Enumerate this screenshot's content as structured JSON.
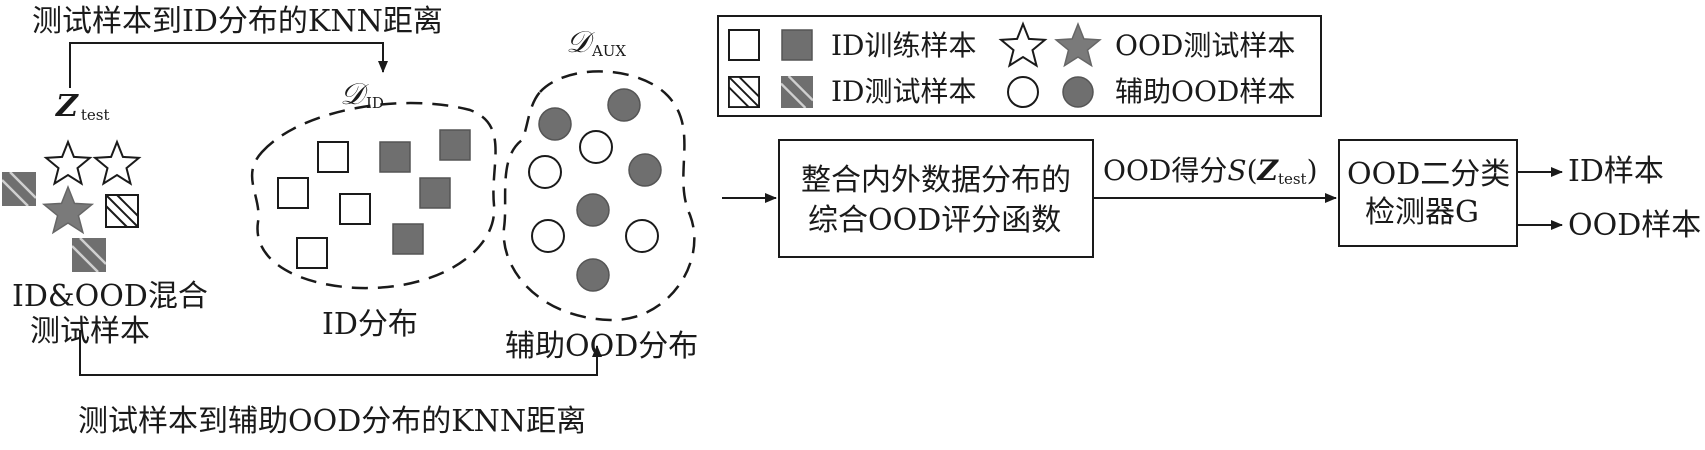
{
  "labels": {
    "top_knn": "测试样本到ID分布的KNN距离",
    "bottom_knn": "测试样本到辅助OOD分布的KNN距离",
    "z_letter": "Z",
    "z_sub": "test",
    "d_letter": "𝒟",
    "d_id_sub": "ID",
    "d_aux_sub": "AUX",
    "mixed_line1": "ID&OOD混合",
    "mixed_line2": "测试样本",
    "id_dist": "ID分布",
    "aux_dist": "辅助OOD分布",
    "score_box_line1": "整合内外数据分布的",
    "score_box_line2": "综合OOD评分函数",
    "score_label_prefix": "OOD得分",
    "score_label_s": "S",
    "score_label_open": "(",
    "score_label_z": "Z",
    "score_label_sub": "test",
    "score_label_close": ")",
    "detector_line1": "OOD二分类",
    "detector_line2": "检测器G",
    "output_id": "ID样本",
    "output_ood": "OOD样本"
  },
  "legend": {
    "row1_a": "ID训练样本",
    "row1_b": "OOD测试样本",
    "row2_a": "ID测试样本",
    "row2_b": "辅助OOD样本"
  }
}
